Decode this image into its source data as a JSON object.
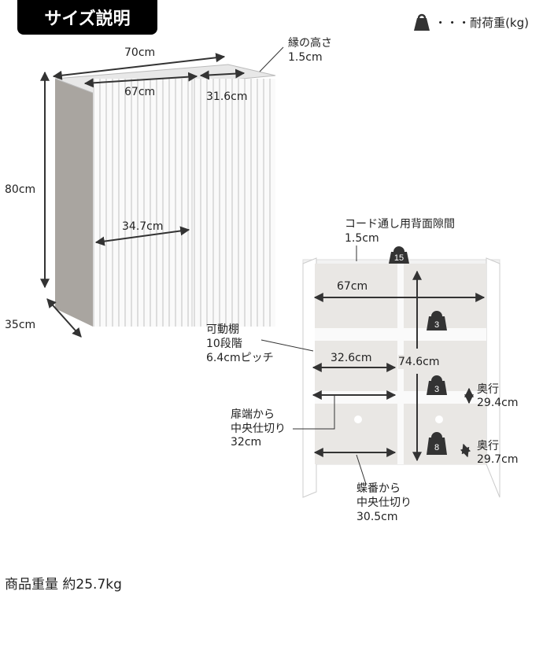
{
  "title": "サイズ説明",
  "legend": {
    "icon": "weight-icon",
    "text": "・・・耐荷重(kg)"
  },
  "exterior": {
    "width": "70cm",
    "inner_width": "67cm",
    "depth_top": "31.6cm",
    "rim_label": "縁の高さ",
    "rim_value": "1.5cm",
    "height": "80cm",
    "door_width": "34.7cm",
    "depth": "35cm"
  },
  "interior": {
    "cord_gap_label": "コード通し用背面隙間",
    "cord_gap_value": "1.5cm",
    "inner_width": "67cm",
    "half_width": "32.6cm",
    "inner_height": "74.6cm",
    "shelf_label": [
      "可動棚",
      "10段階",
      "6.4cmピッチ"
    ],
    "door_edge_label": [
      "扉端から",
      "中央仕切り",
      "32cm"
    ],
    "hinge_label": [
      "蝶番から",
      "中央仕切り",
      "30.5cm"
    ],
    "depth1_label": "奥行",
    "depth1_value": "29.4cm",
    "depth2_label": "奥行",
    "depth2_value": "29.7cm",
    "loads": [
      "15",
      "3",
      "3",
      "8"
    ]
  },
  "product_weight": "商品重量 約25.7kg"
}
